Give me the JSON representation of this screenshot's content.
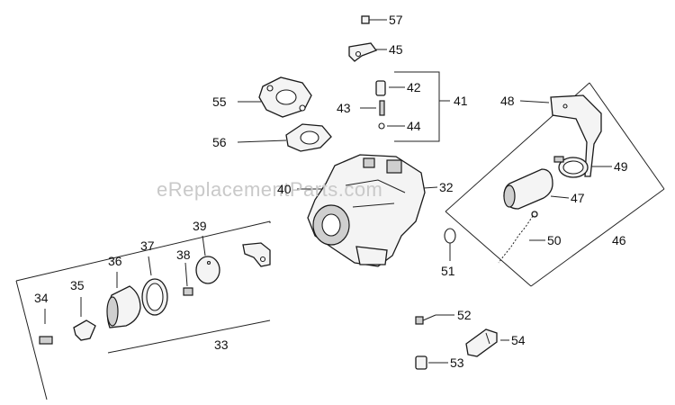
{
  "watermark": "eReplacementParts.com",
  "labels": {
    "p32": "32",
    "p33": "33",
    "p34": "34",
    "p35": "35",
    "p36": "36",
    "p37": "37",
    "p38": "38",
    "p39": "39",
    "p40": "40",
    "p41": "41",
    "p42": "42",
    "p43": "43",
    "p44": "44",
    "p45": "45",
    "p46": "46",
    "p47": "47",
    "p48": "48",
    "p49": "49",
    "p50": "50",
    "p51": "51",
    "p52": "52",
    "p53": "53",
    "p54": "54",
    "p55": "55",
    "p56": "56",
    "p57": "57"
  }
}
